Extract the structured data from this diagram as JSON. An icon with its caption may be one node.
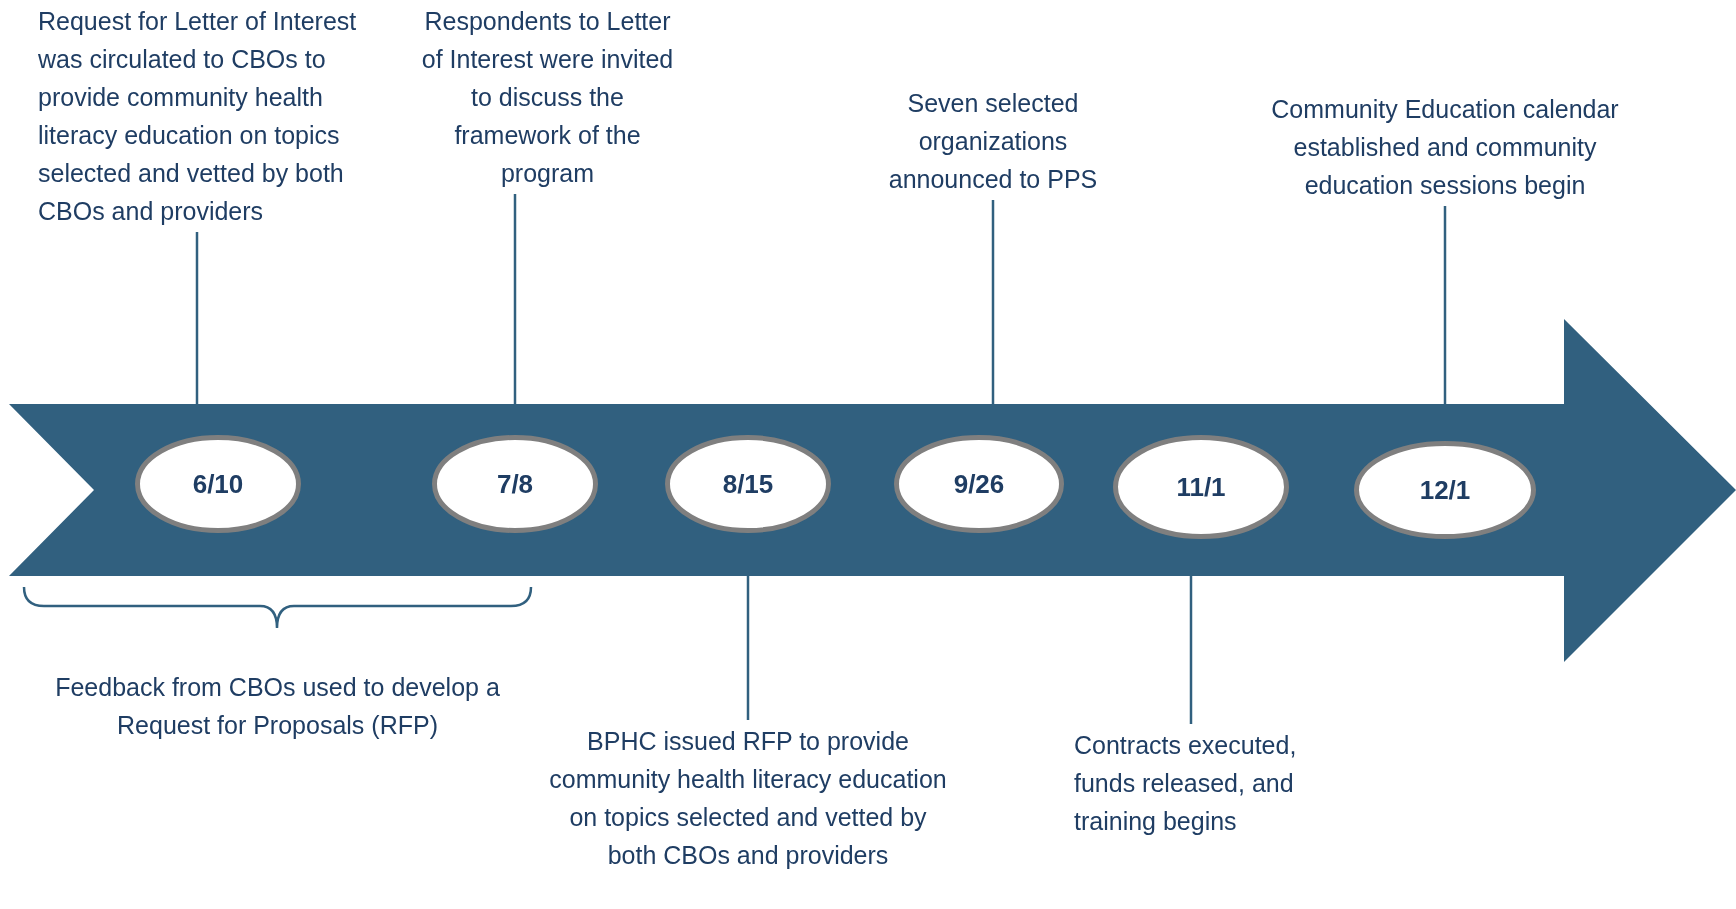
{
  "diagram": {
    "nodes": [
      {
        "text": [
          "Request for Letter of Interest was circulated to CBOs to provide community health literacy education on topics selected and vetted by both CBOs and providers"
        ]
      },
      {
        "text": [
          "Respondents to Letter of Interest were invited to discuss the framework of the program"
        ]
      },
      {
        "text": [
          "Seven selected organizations announced to PPS"
        ]
      },
      {
        "text": [
          "Community Education calendar established and community education sessions begin"
        ]
      },
      {
        "text": [],
        "shape": "arrow"
      },
      {
        "text": [
          "6/10"
        ],
        "in": 4
      },
      {
        "text": [
          "7/8"
        ],
        "in": 4
      },
      {
        "text": [
          "8/15"
        ],
        "in": 4
      },
      {
        "text": [
          "9/26"
        ],
        "in": 4
      },
      {
        "text": [
          "11/1"
        ],
        "in": 4
      },
      {
        "text": [
          "12/1"
        ],
        "in": 4
      },
      {
        "text": [
          "BPHC issued RFP to provide community health literacy education on topics selected and vetted by both CBOs and providers"
        ]
      },
      {
        "text": [
          "Contracts executed, funds released, and training begins"
        ]
      }
    ],
    "edges": [
      {
        "from": 0,
        "to": 5,
        "arrow": "none"
      },
      {
        "from": 1,
        "to": 6,
        "arrow": "none"
      },
      {
        "from": 2,
        "to": 8,
        "arrow": "none"
      },
      {
        "from": 3,
        "to": 10,
        "arrow": "none"
      },
      {
        "from": 11,
        "to": 7,
        "arrow": "none"
      },
      {
        "from": 12,
        "to": 9,
        "arrow": "none"
      }
    ],
    "labels": [
      "Feedback from CBOs used to develop a Request for Proposals (RFP)"
    ]
  }
}
